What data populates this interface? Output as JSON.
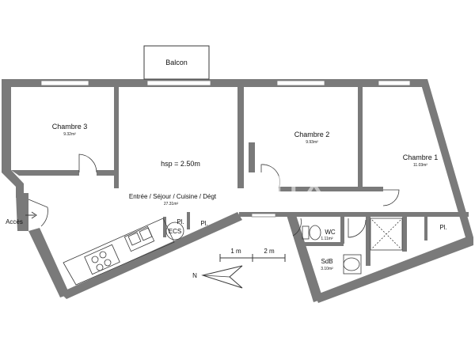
{
  "plan": {
    "ceiling_height": "hsp = 2.50m",
    "rooms": {
      "chambre3": {
        "name": "Chambre 3",
        "area": "9.32m²"
      },
      "chambre2": {
        "name": "Chambre 2",
        "area": "9.93m²"
      },
      "chambre1": {
        "name": "Chambre 1",
        "area": "11.03m²"
      },
      "sejour": {
        "name": "Entrée / Séjour / Cuisine / Dégt",
        "area": "27.31m²"
      },
      "wc": {
        "name": "WC",
        "area": "1.11m²"
      },
      "sdb": {
        "name": "SdB",
        "area": "3.10m²"
      },
      "balcon": {
        "name": "Balcon"
      }
    },
    "labels": {
      "acces": "Accès",
      "ecs": "ECS",
      "placard": "Pl."
    },
    "scale": {
      "m1": "1 m",
      "m2": "2 m"
    },
    "compass": {
      "north": "N"
    },
    "watermark": "MTX",
    "colors": {
      "wall": "#7a7a7a",
      "window": "#ffffff",
      "line": "#3a3a3a"
    }
  }
}
